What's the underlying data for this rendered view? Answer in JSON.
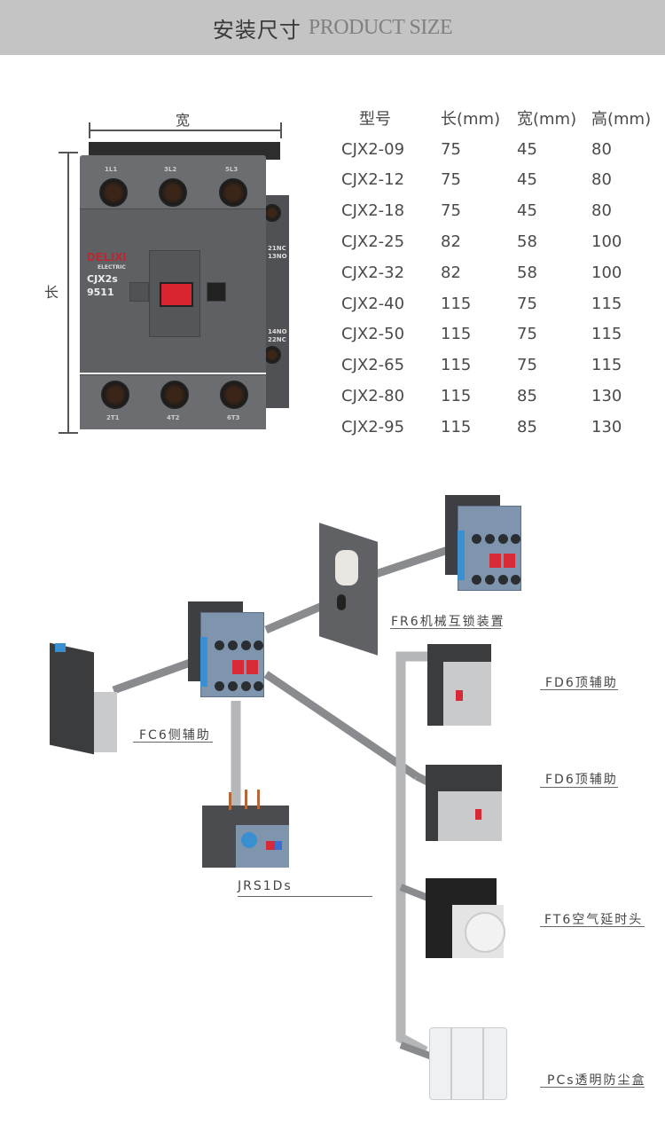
{
  "header": {
    "title_cn": "安装尺寸",
    "title_en": "PRODUCT SIZE"
  },
  "dimensions": {
    "width_label": "宽",
    "length_label": "长"
  },
  "product_image": {
    "brand": "DELIXI",
    "brand_sub": "ELECTRIC",
    "model_line1": "CJX2s",
    "model_line2": "9511",
    "top_terminals": [
      "1L1",
      "3L2",
      "5L3"
    ],
    "bottom_terminals": [
      "2T1",
      "4T2",
      "6T3"
    ],
    "side_labels_top": [
      "21NC",
      "13NO"
    ],
    "side_labels_bottom": [
      "14NO",
      "22NC"
    ]
  },
  "size_table": {
    "headers": [
      "型号",
      "长(mm)",
      "宽(mm)",
      "高(mm)"
    ],
    "rows": [
      [
        "CJX2-09",
        "75",
        "45",
        "80"
      ],
      [
        "CJX2-12",
        "75",
        "45",
        "80"
      ],
      [
        "CJX2-18",
        "75",
        "45",
        "80"
      ],
      [
        "CJX2-25",
        "82",
        "58",
        "100"
      ],
      [
        "CJX2-32",
        "82",
        "58",
        "100"
      ],
      [
        "CJX2-40",
        "115",
        "75",
        "115"
      ],
      [
        "CJX2-50",
        "115",
        "75",
        "115"
      ],
      [
        "CJX2-65",
        "115",
        "75",
        "115"
      ],
      [
        "CJX2-80",
        "115",
        "85",
        "130"
      ],
      [
        "CJX2-95",
        "115",
        "85",
        "130"
      ]
    ]
  },
  "accessories": {
    "fr6": "FR6机械互锁装置",
    "fc6": "FC6侧辅助",
    "fd6_a": "FD6顶辅助",
    "fd6_b": "FD6顶辅助",
    "jrs1ds": "JRS1Ds",
    "ft6": "FT6空气延时头",
    "pcs": "PCs透明防尘盒"
  },
  "colors": {
    "header_bg": "#c4c4c4",
    "contactor_gray": "#5e6063",
    "brand_red": "#c8202a",
    "connector_bar": "#8a8b8e",
    "blue_body": "#7f95ad"
  }
}
